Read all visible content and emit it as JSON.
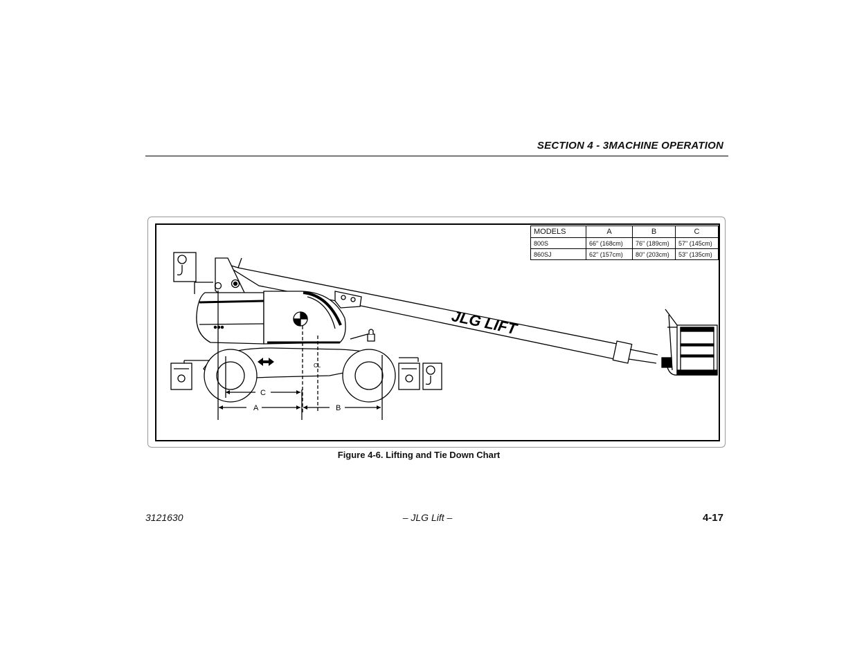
{
  "header": {
    "section_title": "SECTION 4 - 3MACHINE OPERATION"
  },
  "figure": {
    "table": {
      "headers": [
        "MODELS",
        "A",
        "B",
        "C"
      ],
      "rows": [
        [
          "800S",
          "66\" (168cm)",
          "76\" (189cm)",
          "57\" (145cm)"
        ],
        [
          "860SJ",
          "62\" (157cm)",
          "80\" (203cm)",
          "53\" (135cm)"
        ]
      ]
    },
    "dimension_labels": {
      "a": "A",
      "b": "B",
      "c": "C"
    },
    "boom_logo": "JLG LIFT",
    "centerline_mark": "CL",
    "caption": "Figure 4-6. Lifting and Tie Down Chart"
  },
  "footer": {
    "doc_number": "3121630",
    "center_text": "– JLG Lift –",
    "page_number": "4-17"
  },
  "icons": [
    "lift-point-icon",
    "tie-down-icon",
    "lock-icon",
    "direction-arrow-icon"
  ]
}
